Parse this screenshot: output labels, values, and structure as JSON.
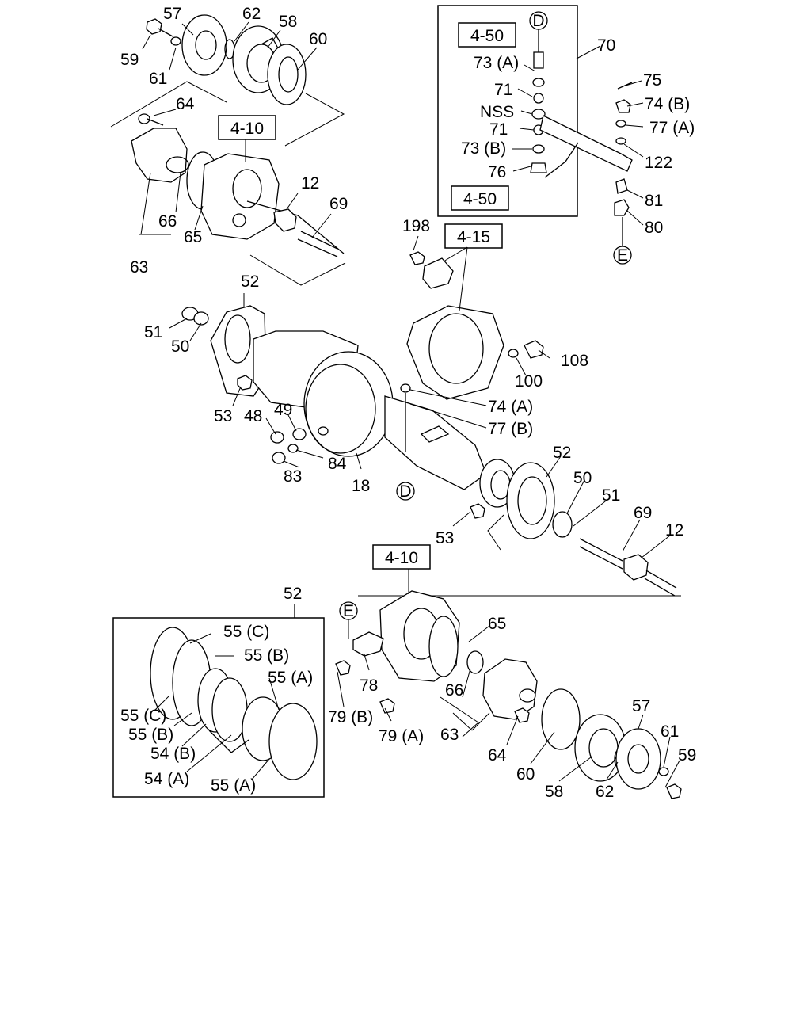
{
  "callouts": {
    "p57_top": "57",
    "p62_top": "62",
    "p58_top": "58",
    "p60_top": "60",
    "p59_top": "59",
    "p61_top": "61",
    "p64_top": "64",
    "p66_top": "66",
    "p65_top": "65",
    "p63_top": "63",
    "p12_top": "12",
    "p69_top": "69",
    "p52_mid": "52",
    "p51_mid": "51",
    "p50_mid": "50",
    "p53_mid": "53",
    "p48": "48",
    "p49": "49",
    "p84": "84",
    "p83": "83",
    "p18": "18",
    "p198": "198",
    "p108": "108",
    "p100": "100",
    "p74a": "74 (A)",
    "p77b": "77 (B)",
    "p70": "70",
    "p73a_box": "73 (A)",
    "p71_a": "71",
    "nss": "NSS",
    "p71_b": "71",
    "p73b_box": "73 (B)",
    "p76": "76",
    "p75": "75",
    "p74b": "74 (B)",
    "p77a": "77 (A)",
    "p122": "122",
    "p81": "81",
    "p80": "80",
    "p52_right": "52",
    "p50_right": "50",
    "p51_right": "51",
    "p69_right": "69",
    "p12_right": "12",
    "p53_right": "53",
    "p52_inset": "52",
    "p55c_top": "55 (C)",
    "p55b_top": "55 (B)",
    "p55a_top": "55 (A)",
    "p55c_left": "55 (C)",
    "p55b_left": "55 (B)",
    "p54b": "54 (B)",
    "p54a": "54 (A)",
    "p55a_bottom": "55 (A)",
    "p65_bot": "65",
    "p66_bot": "66",
    "p63_bot": "63",
    "p64_bot": "64",
    "p78": "78",
    "p79b": "79 (B)",
    "p79a": "79 (A)",
    "p60_bot": "60",
    "p58_bot": "58",
    "p57_bot": "57",
    "p62_bot": "62",
    "p61_bot": "61",
    "p59_bot": "59"
  },
  "references": {
    "ref_410_top": "4-10",
    "ref_450_top": "4-50",
    "ref_450_bottom": "4-50",
    "ref_415": "4-15",
    "ref_410_bottom": "4-10"
  },
  "connectors": {
    "d_top": "D",
    "d_bottom": "D",
    "e_top": "E",
    "e_bottom": "E"
  }
}
